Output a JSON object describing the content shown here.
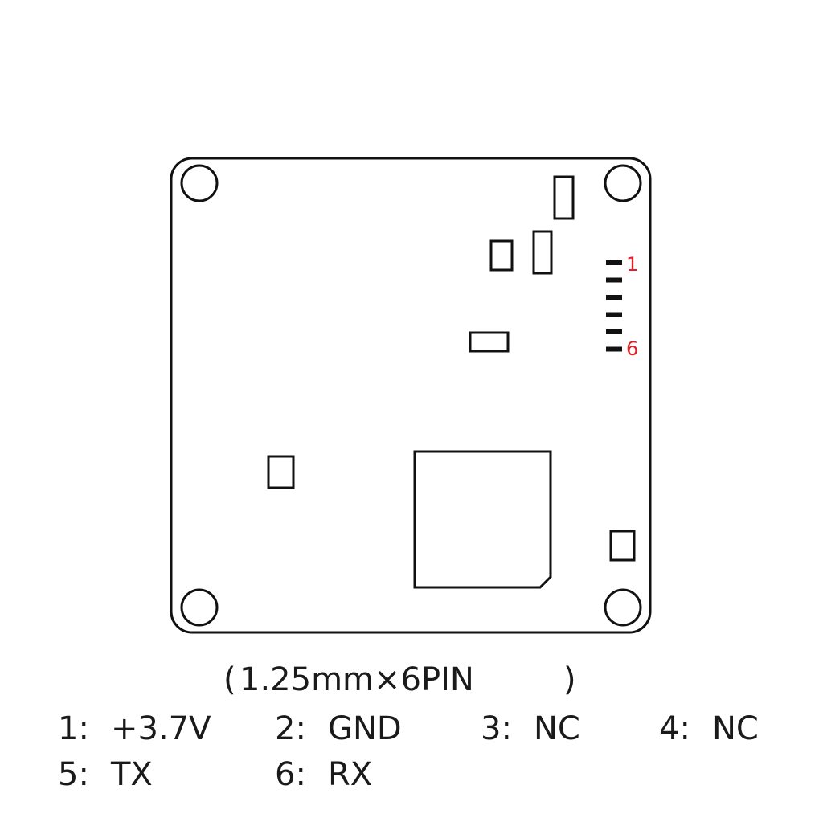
{
  "board": {
    "pin_first_label": "1",
    "pin_last_label": "6",
    "label_color": "#e31e24",
    "line_color": "#111111",
    "pin_count": 6
  },
  "connector": {
    "open_paren": "(",
    "spec": "1.25mm×6PIN",
    "close_paren": ")"
  },
  "pins": [
    {
      "num": "1:",
      "label": "+3.7V"
    },
    {
      "num": "2:",
      "label": "GND"
    },
    {
      "num": "3:",
      "label": "NC"
    },
    {
      "num": "4:",
      "label": "NC"
    },
    {
      "num": "5:",
      "label": "TX"
    },
    {
      "num": "6:",
      "label": "RX"
    }
  ]
}
